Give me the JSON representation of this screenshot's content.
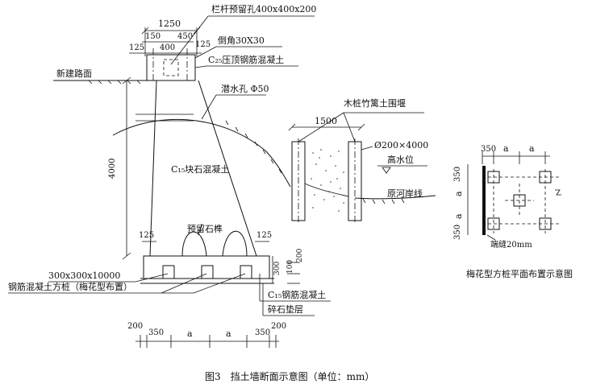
{
  "section": {
    "labels": {
      "railing_hole": "栏杆预留孔400x400x200",
      "chamfer": "倒角30X30",
      "cap": "C₂₅压顶钢筋混凝土",
      "road": "新建路面",
      "drain_hole": "潜水孔 Φ50",
      "wall_body": "C₁₅块石混凝土",
      "tenon": "预留石榫",
      "pile_size": "300x300x10000",
      "pile_note": "钢筋混凝土方桩（梅花型布置）",
      "base": "C₁₅钢筋混凝土",
      "gravel": "碎石垫层"
    },
    "dims": {
      "top_total": "1250",
      "top_left": "150",
      "top_right": "450",
      "top_mid": "400",
      "top_edge_left": "125",
      "top_edge_right": "125",
      "height": "4000",
      "toe_left": "125",
      "toe_right": "125",
      "base_h1": "300",
      "base_h2": "100",
      "base_h3": "200",
      "bot_a": "200",
      "bot_b": "350",
      "bot_c": "a",
      "bot_d": "a",
      "bot_e": "350",
      "bot_f": "200"
    }
  },
  "cofferdam": {
    "title": "木桩竹篱土围堰",
    "width": "1500",
    "pile_spec": "Ø200×4000",
    "high_water": "高水位",
    "bank": "原河岸线"
  },
  "plan": {
    "dim_top_1": "350",
    "dim_top_2": "a",
    "dim_top_3": "a",
    "dim_side_1": "350",
    "dim_side_2": "a",
    "dim_side_3": "a",
    "dim_side_4": "350",
    "gap_note": "端缝20mm",
    "title": "梅花型方桩平面布置示意图"
  },
  "caption": "图3　挡土墙断面示意图（单位：mm）"
}
